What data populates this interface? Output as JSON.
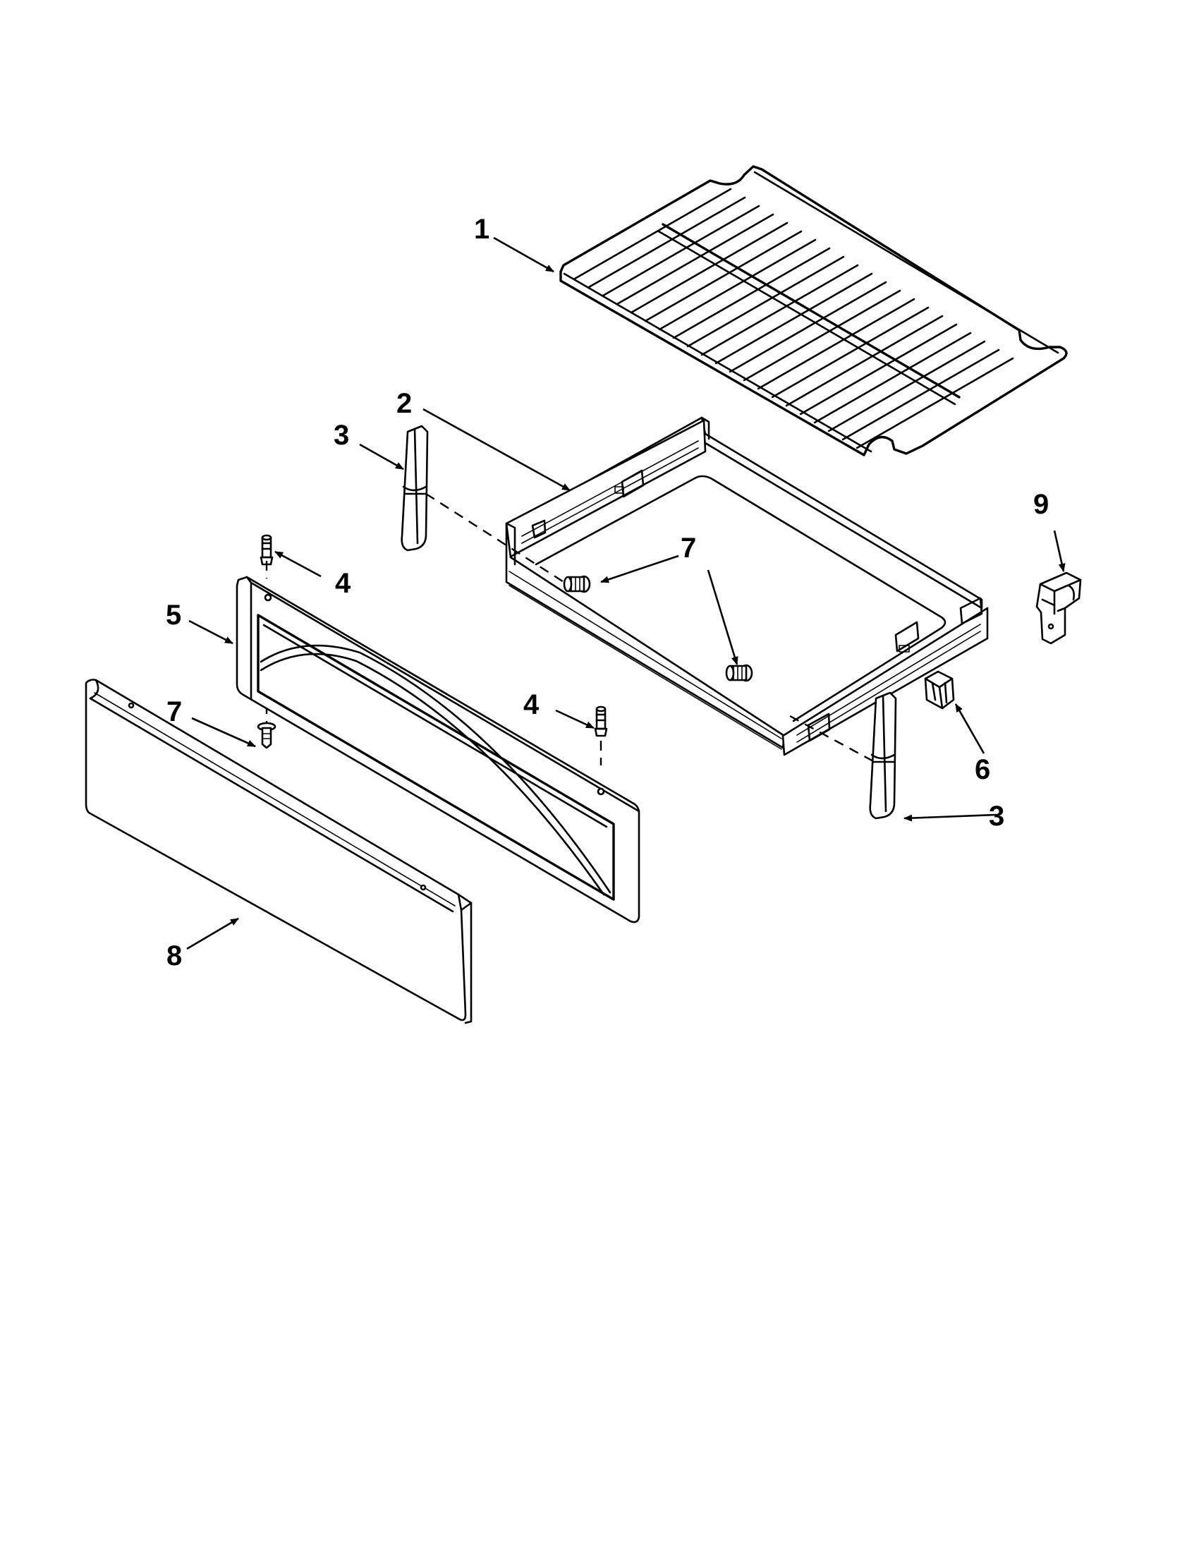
{
  "callouts": [
    {
      "id": "c1",
      "number": "1"
    },
    {
      "id": "c2",
      "number": "2"
    },
    {
      "id": "c3a",
      "number": "3"
    },
    {
      "id": "c3b",
      "number": "3"
    },
    {
      "id": "c4a",
      "number": "4"
    },
    {
      "id": "c4b",
      "number": "4"
    },
    {
      "id": "c5",
      "number": "5"
    },
    {
      "id": "c6",
      "number": "6"
    },
    {
      "id": "c7a",
      "number": "7"
    },
    {
      "id": "c7b",
      "number": "7"
    },
    {
      "id": "c7c",
      "number": "7"
    },
    {
      "id": "c8",
      "number": "8"
    },
    {
      "id": "c9",
      "number": "9"
    }
  ],
  "colors": {
    "ink": "#000000",
    "paper": "#ffffff"
  }
}
